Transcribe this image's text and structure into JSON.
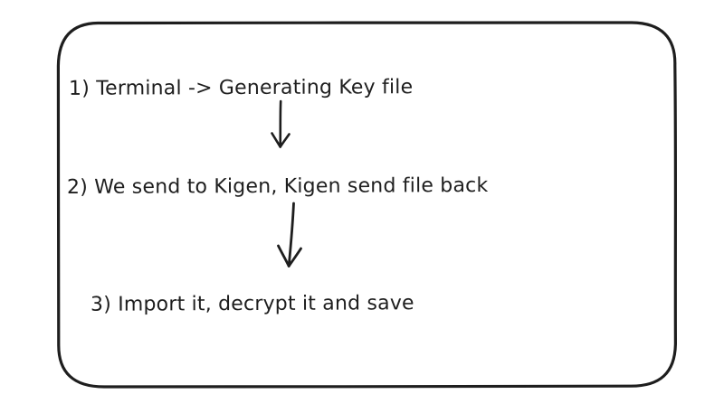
{
  "diagram": {
    "type": "flowchart",
    "stroke_color": "#1e1e1e",
    "background_color": "#ffffff",
    "frame": {
      "shape": "rounded-rectangle"
    },
    "steps": [
      {
        "label": "1) Terminal -> Generating Key file"
      },
      {
        "label": "2) We send to Kigen, Kigen send file back"
      },
      {
        "label": "3) Import it, decrypt it and save"
      }
    ],
    "connectors": [
      {
        "from": 1,
        "to": 2,
        "icon": "arrow-down-icon"
      },
      {
        "from": 2,
        "to": 3,
        "icon": "arrow-down-icon"
      }
    ]
  }
}
